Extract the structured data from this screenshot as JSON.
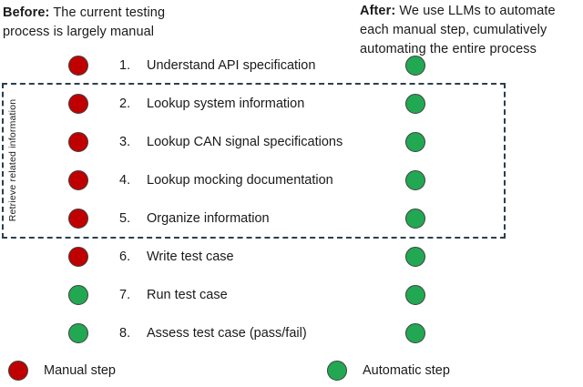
{
  "before_header": {
    "bold": "Before:",
    "line1": " The current testing",
    "line2": "process is largely manual"
  },
  "after_header": {
    "bold": "After:",
    "line1": " We use LLMs to automate",
    "line2": "each manual step, cumulatively",
    "line3": "automating the entire process"
  },
  "group_box": {
    "label": "Retrieve related information"
  },
  "steps": [
    {
      "num": "1.",
      "label": "Understand API specification",
      "before": "manual",
      "after": "automatic"
    },
    {
      "num": "2.",
      "label": "Lookup system information",
      "before": "manual",
      "after": "automatic"
    },
    {
      "num": "3.",
      "label": "Lookup CAN signal specifications",
      "before": "manual",
      "after": "automatic"
    },
    {
      "num": "4.",
      "label": "Lookup mocking documentation",
      "before": "manual",
      "after": "automatic"
    },
    {
      "num": "5.",
      "label": "Organize information",
      "before": "manual",
      "after": "automatic"
    },
    {
      "num": "6.",
      "label": "Write test case",
      "before": "manual",
      "after": "automatic"
    },
    {
      "num": "7.",
      "label": "Run test case",
      "before": "automatic",
      "after": "automatic"
    },
    {
      "num": "8.",
      "label": "Assess test case (pass/fail)",
      "before": "automatic",
      "after": "automatic"
    }
  ],
  "legend": [
    {
      "label": "Manual step",
      "type": "manual"
    },
    {
      "label": "Automatic step",
      "type": "automatic"
    }
  ],
  "colors": {
    "manual": "#c00000",
    "automatic": "#22a852",
    "dot_border": "#404040",
    "box_border": "#2b3f4e",
    "text": "#1a1a1a"
  }
}
